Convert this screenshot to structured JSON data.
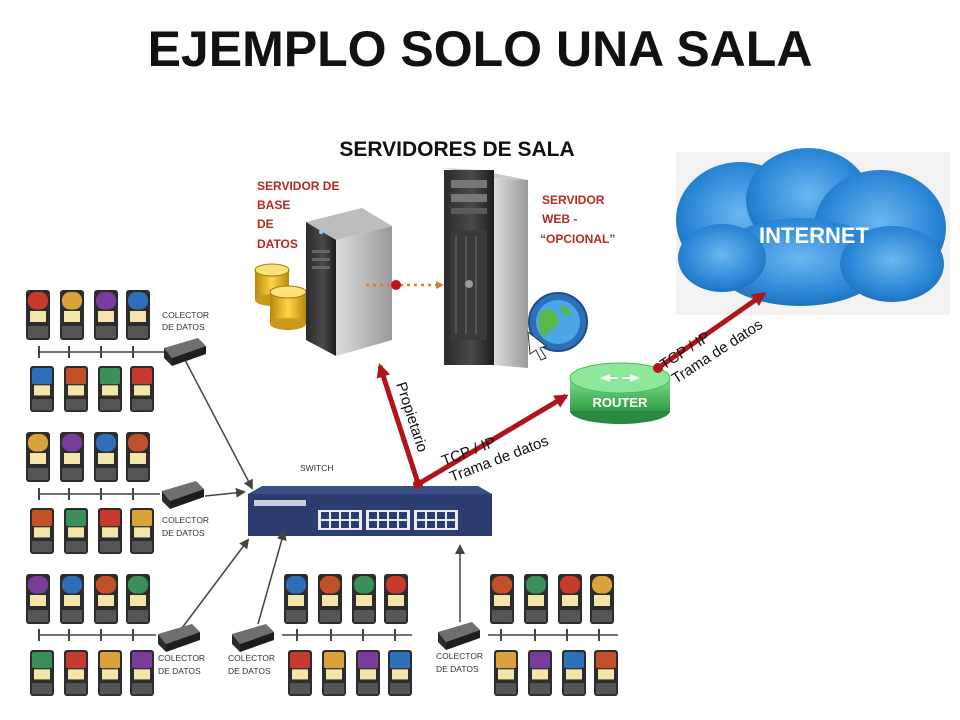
{
  "title": "EJEMPLO SOLO UNA SALA",
  "servers_heading": "SERVIDORES DE SALA",
  "db_server": [
    "SERVIDOR DE",
    "BASE",
    "DE",
    "DATOS"
  ],
  "web_server": [
    "SERVIDOR",
    "WEB  -",
    "“OPCIONAL”"
  ],
  "internet": "INTERNET",
  "router": "ROUTER",
  "switch": "SWITCH",
  "collector": [
    "COLECTOR",
    "DE DATOS"
  ],
  "link_proprietary": "Propietario",
  "link_tcp": "TCP / IP",
  "link_frame": "Trama de datos",
  "colors": {
    "red_arrow": "#b0151b",
    "label_red": "#b52a20",
    "cloud": "#2a86d6",
    "router": "#3fbd5d",
    "switch": "#2b3d6e"
  },
  "icons": [
    "database-icon",
    "server-tower-icon",
    "web-globe-icon",
    "cloud-icon",
    "router-icon",
    "switch-icon",
    "collector-device-icon",
    "slot-machine-icon"
  ]
}
